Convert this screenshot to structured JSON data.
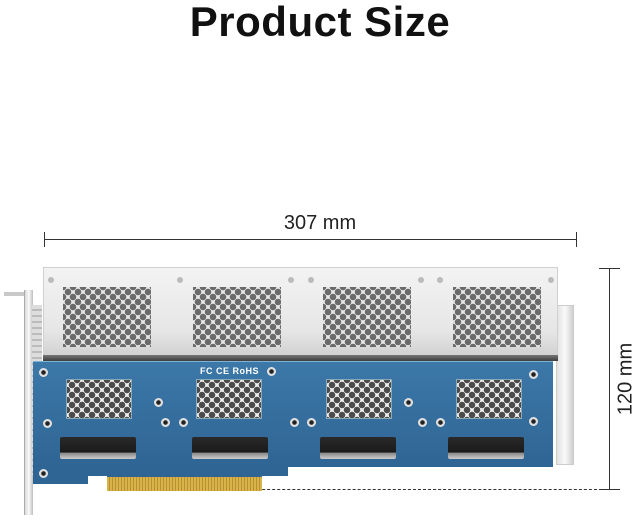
{
  "title": "Product Size",
  "dimensions": {
    "width": "307 mm",
    "height": "120 mm"
  },
  "product": {
    "certifications": "FC CE RoHS",
    "m2_slots": 4,
    "heatsink_vents": 4
  },
  "colors": {
    "pcb": "#2f6594",
    "heatsink": "#e6e6e6",
    "gold_fingers": "#d8b24a",
    "dimension_line": "#333333"
  }
}
